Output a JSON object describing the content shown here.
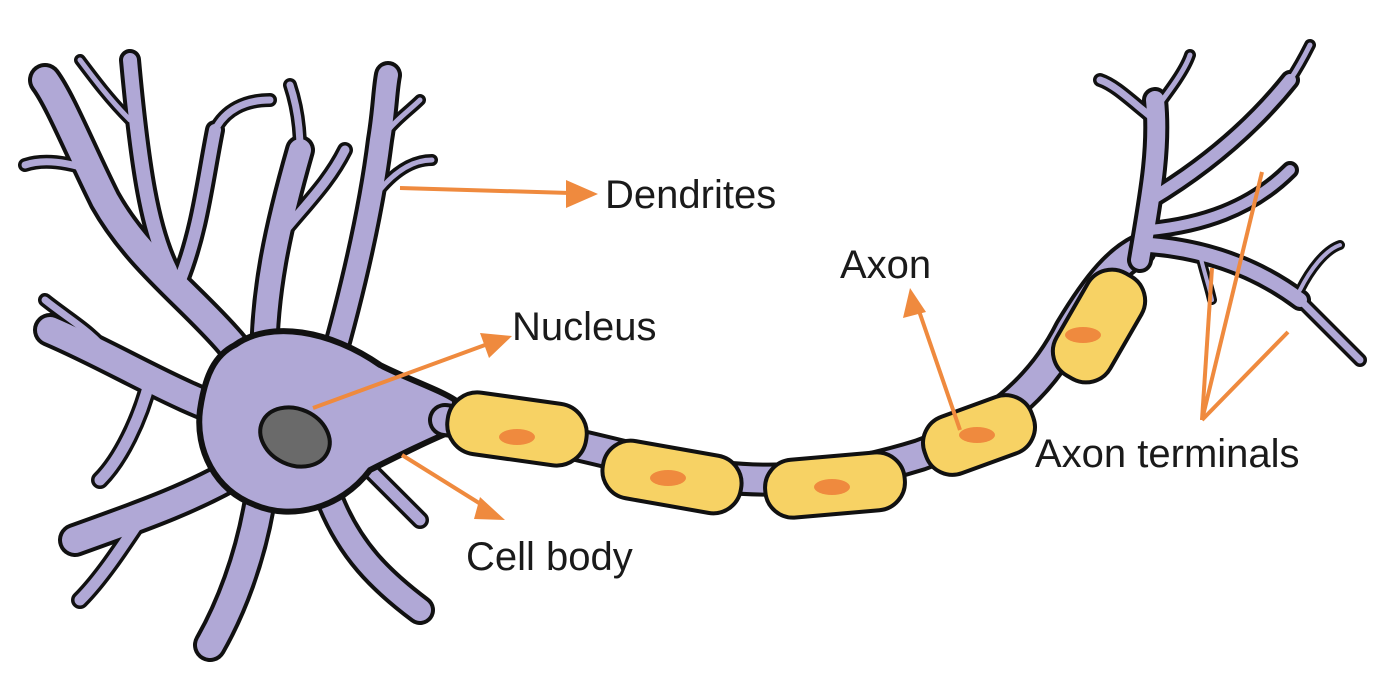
{
  "labels": {
    "dendrites": "Dendrites",
    "nucleus": "Nucleus",
    "cell_body": "Cell body",
    "axon": "Axon",
    "axon_terminals": "Axon terminals"
  },
  "colors": {
    "membrane": "#b0a8d6",
    "outline": "#111111",
    "myelin": "#f7d264",
    "schwann_nucleus": "#ef8a3e",
    "cell_nucleus": "#6a6a6a",
    "arrow": "#ef8a3e"
  }
}
